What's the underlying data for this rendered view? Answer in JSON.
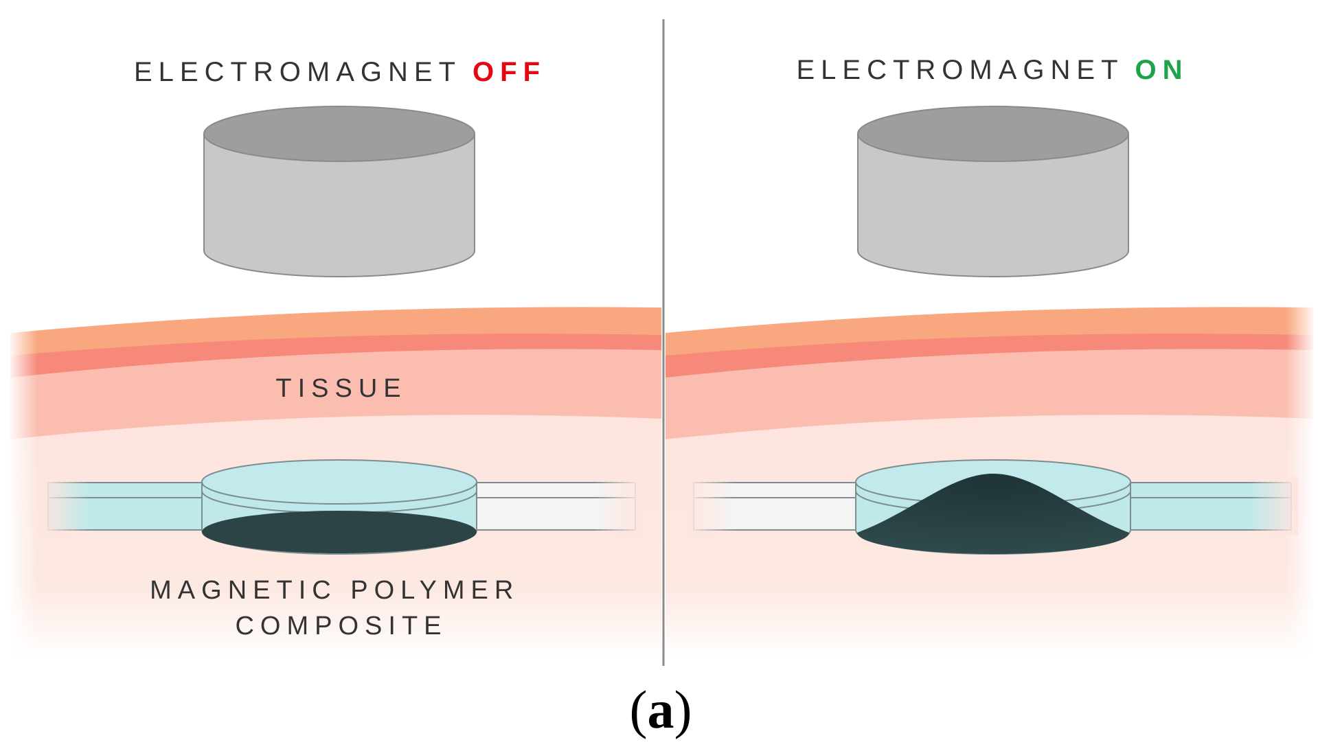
{
  "left_panel": {
    "title_prefix": "ELECTROMAGNET",
    "title_state": "OFF",
    "tissue_label": "TISSUE",
    "composite_label_line1": "MAGNETIC POLYMER",
    "composite_label_line2": "COMPOSITE"
  },
  "right_panel": {
    "title_prefix": "ELECTROMAGNET",
    "title_state": "ON"
  },
  "caption": {
    "open": "(",
    "letter": "a",
    "close": ")"
  },
  "colors": {
    "off_state": "#e30613",
    "on_state": "#1fa34a",
    "magnet_body": "#c8c8c8",
    "magnet_top": "#9e9e9e",
    "tissue_outer": "#f9a77e",
    "tissue_mid": "#f6897a",
    "tissue_inner": "#fbbdb0",
    "tissue_base": "#fde6df",
    "channel_fluid": "#bfe8ea",
    "channel_empty": "#f4f4f5",
    "composite": "#2c4446",
    "divider": "#8a8a8a"
  }
}
